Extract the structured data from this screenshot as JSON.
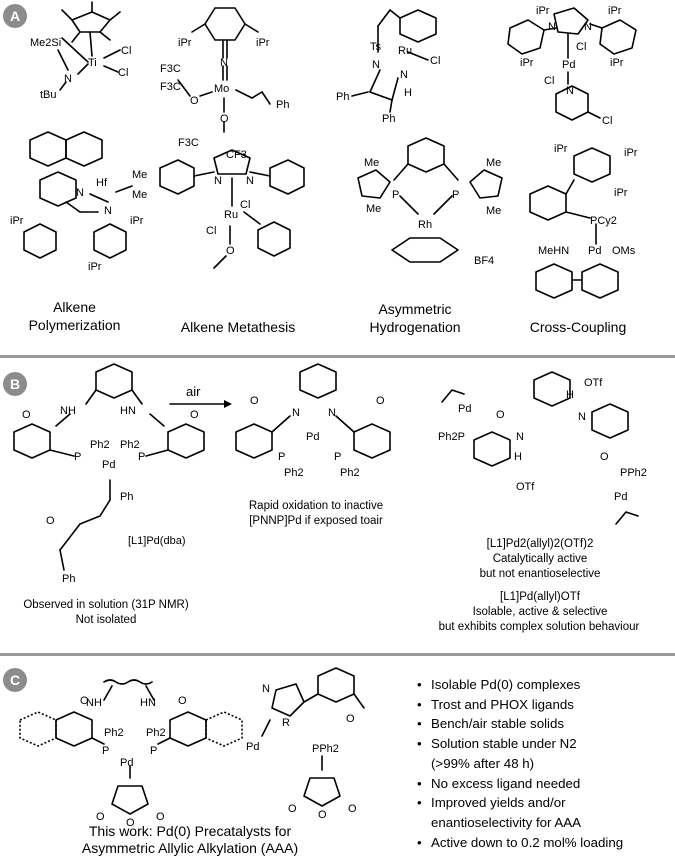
{
  "panels": {
    "a": {
      "badge": "A",
      "captions": [
        "Alkene Polymerization",
        "Alkene Metathesis",
        "Asymmetric Hydrogenation",
        "Cross-Coupling"
      ],
      "labels": [
        "Me2Si",
        "Ti",
        "Cl",
        "Cl",
        "N",
        "tBu",
        "iPr",
        "iPr",
        "N",
        "Mo",
        "F3C",
        "F3C",
        "O",
        "O",
        "F3C",
        "CF3",
        "Ph",
        "Ts",
        "N",
        "Ru",
        "Cl",
        "N",
        "H",
        "Ph",
        "Ph",
        "iPr",
        "iPr",
        "iPr",
        "iPr",
        "N",
        "N",
        "Cl",
        "Pd",
        "Cl",
        "N",
        "Cl",
        "N",
        "Hf",
        "Me",
        "Me",
        "N",
        "iPr",
        "iPr",
        "iPr",
        "N",
        "N",
        "Cl",
        "Ru",
        "Cl",
        "O",
        "Me",
        "Me",
        "P",
        "P",
        "Rh",
        "Me",
        "Me",
        "BF4",
        "iPr",
        "iPr",
        "iPr",
        "PCy2",
        "MeHN",
        "Pd",
        "OMs"
      ]
    },
    "b": {
      "badge": "B",
      "arrow_label": "air",
      "left_caption_1": "Observed in solution (31P NMR)",
      "left_caption_2": "Not isolated",
      "complex_label": "[L1]Pd(dba)",
      "mid_caption_1": "Rapid oxidation to inactive",
      "mid_caption_2": "[PNNP]Pd if exposed toair",
      "right_caption_1": "[L1]Pd2(allyl)2(OTf)2",
      "right_caption_2": "Catalytically active",
      "right_caption_3": "but not enantioselective",
      "right_caption_4": "[L1]Pd(allyl)OTf",
      "right_caption_5": "Isolable, active & selective",
      "right_caption_6": "but exhibits complex solution behaviour",
      "labels": [
        "NH",
        "HN",
        "O",
        "O",
        "P",
        "Ph2",
        "Pd",
        "Ph2",
        "P",
        "Ph",
        "O",
        "Ph",
        "N",
        "N",
        "O",
        "O",
        "Pd",
        "P",
        "Ph2",
        "P",
        "Ph2",
        "Pd",
        "Ph2P",
        "O",
        "N",
        "H",
        "OTf",
        "N",
        "H",
        "OTf",
        "O",
        "PPh2",
        "Pd"
      ]
    },
    "c": {
      "badge": "C",
      "caption_1": "This work: Pd(0) Precatalysts for",
      "caption_2": "Asymmetric Allylic Alkylation (AAA)",
      "bullets": [
        "Isolable Pd(0) complexes",
        "Trost and PHOX ligands",
        "Bench/air stable solids",
        "Solution stable under N2",
        "(>99% after 48 h)",
        "No excess ligand needed",
        "Improved yields and/or",
        "enantioselectivity for AAA",
        "Active down to 0.2 mol% loading"
      ],
      "labels": [
        "O",
        "NH",
        "HN",
        "O",
        "P",
        "Ph2",
        "Pd",
        "Ph2",
        "P",
        "O",
        "O",
        "O",
        "N",
        "R",
        "Pd",
        "PPh2",
        "O",
        "O",
        "O"
      ]
    }
  }
}
